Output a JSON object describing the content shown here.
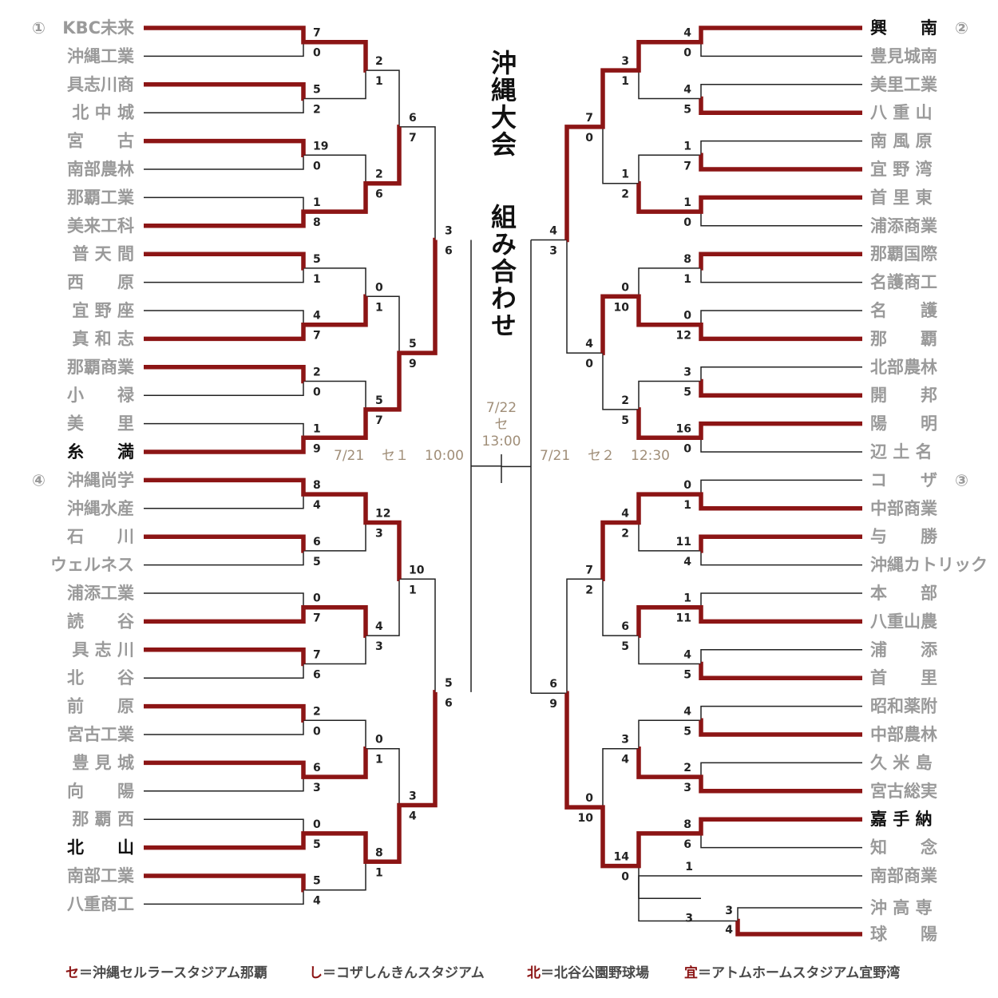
{
  "title_part1": "沖縄大会",
  "title_part2": "組み合わせ",
  "colors": {
    "win": "#8c1515",
    "line": "#222222",
    "team": "#9a9a9a",
    "highlight": "#111111",
    "meta": "#a08e78"
  },
  "left_teams": [
    {
      "name": "KBC未来",
      "seed": "①"
    },
    {
      "name": "沖縄工業"
    },
    {
      "name": "具志川商"
    },
    {
      "name": "北 中 城"
    },
    {
      "name": "宮　　古"
    },
    {
      "name": "南部農林"
    },
    {
      "name": "那覇工業"
    },
    {
      "name": "美来工科"
    },
    {
      "name": "普 天 間"
    },
    {
      "name": "西　　原"
    },
    {
      "name": "宜 野 座"
    },
    {
      "name": "真 和 志"
    },
    {
      "name": "那覇商業"
    },
    {
      "name": "小　　禄"
    },
    {
      "name": "美　　里"
    },
    {
      "name": "糸　　満",
      "hl": true
    },
    {
      "name": "沖縄尚学",
      "seed": "④"
    },
    {
      "name": "沖縄水産"
    },
    {
      "name": "石　　川"
    },
    {
      "name": "ウェルネス"
    },
    {
      "name": "浦添工業"
    },
    {
      "name": "読　　谷"
    },
    {
      "name": "具 志 川"
    },
    {
      "name": "北　　谷"
    },
    {
      "name": "前　　原"
    },
    {
      "name": "宮古工業"
    },
    {
      "name": "豊 見 城"
    },
    {
      "name": "向　　陽"
    },
    {
      "name": "那 覇 西"
    },
    {
      "name": "北　　山",
      "hl": true
    },
    {
      "name": "南部工業"
    },
    {
      "name": "八重商工"
    }
  ],
  "right_teams": [
    {
      "name": "興　　南",
      "seed": "②",
      "hl": true
    },
    {
      "name": "豊見城南"
    },
    {
      "name": "美里工業"
    },
    {
      "name": "八 重 山"
    },
    {
      "name": "南 風 原"
    },
    {
      "name": "宜 野 湾"
    },
    {
      "name": "首 里 東"
    },
    {
      "name": "浦添商業"
    },
    {
      "name": "那覇国際"
    },
    {
      "name": "名護商工"
    },
    {
      "name": "名　　護"
    },
    {
      "name": "那　　覇"
    },
    {
      "name": "北部農林"
    },
    {
      "name": "開　　邦"
    },
    {
      "name": "陽　　明"
    },
    {
      "name": "辺 土 名"
    },
    {
      "name": "コ　　ザ",
      "seed": "③"
    },
    {
      "name": "中部商業"
    },
    {
      "name": "与　　勝"
    },
    {
      "name": "沖縄カトリック"
    },
    {
      "name": "本　　部"
    },
    {
      "name": "八重山農"
    },
    {
      "name": "浦　　添"
    },
    {
      "name": "首　　里"
    },
    {
      "name": "昭和薬附"
    },
    {
      "name": "中部農林"
    },
    {
      "name": "久 米 島"
    },
    {
      "name": "宮古総実"
    },
    {
      "name": "嘉 手 納",
      "hl": true
    },
    {
      "name": "知　　念"
    },
    {
      "name": "南部商業"
    },
    {
      "name": "沖 高 専"
    },
    {
      "name": "球　　陽"
    }
  ],
  "left_rounds": [
    [
      [
        "7",
        "0"
      ],
      [
        "5",
        "2"
      ],
      [
        "19",
        "0"
      ],
      [
        "1",
        "8"
      ],
      [
        "5",
        "1"
      ],
      [
        "4",
        "7"
      ],
      [
        "2",
        "0"
      ],
      [
        "1",
        "9"
      ],
      [
        "8",
        "4"
      ],
      [
        "6",
        "5"
      ],
      [
        "0",
        "7"
      ],
      [
        "7",
        "6"
      ],
      [
        "2",
        "0"
      ],
      [
        "6",
        "3"
      ],
      [
        "0",
        "5"
      ],
      [
        "5",
        "4"
      ]
    ],
    [
      [
        "2",
        "1"
      ],
      [
        "2",
        "6"
      ],
      [
        "0",
        "1"
      ],
      [
        "5",
        "7"
      ],
      [
        "12",
        "3"
      ],
      [
        "4",
        "3"
      ],
      [
        "0",
        "1"
      ],
      [
        "8",
        "1"
      ]
    ],
    [
      [
        "6",
        "7"
      ],
      [
        "5",
        "9"
      ],
      [
        "10",
        "1"
      ],
      [
        "3",
        "4"
      ]
    ],
    [
      [
        "3",
        "6"
      ],
      [
        "5",
        "6"
      ]
    ]
  ],
  "left_winners": [
    [
      0,
      0,
      0,
      1,
      0,
      1,
      0,
      1,
      0,
      0,
      1,
      0,
      0,
      0,
      1,
      0
    ],
    [
      0,
      1,
      1,
      1,
      0,
      0,
      1,
      0
    ],
    [
      1,
      1,
      0,
      1
    ],
    [
      1,
      1
    ]
  ],
  "right_r0": [
    [
      "4",
      "0"
    ],
    [
      "4",
      "5"
    ],
    [
      "1",
      "7"
    ],
    [
      "1",
      "0"
    ],
    [
      "8",
      "1"
    ],
    [
      "0",
      "12"
    ],
    [
      "3",
      "5"
    ],
    [
      "16",
      "0"
    ],
    [
      "0",
      "1"
    ],
    [
      "11",
      "4"
    ],
    [
      "1",
      "11"
    ],
    [
      "4",
      "5"
    ],
    [
      "4",
      "5"
    ],
    [
      "2",
      "3"
    ],
    [
      "8",
      "6"
    ]
  ],
  "right_r0_winners": [
    0,
    1,
    1,
    0,
    0,
    1,
    1,
    0,
    1,
    0,
    1,
    1,
    1,
    1,
    0
  ],
  "right_playin": [
    "3",
    "4"
  ],
  "right_r1": [
    [
      "3",
      "1"
    ],
    [
      "1",
      "2"
    ],
    [
      "0",
      "10"
    ],
    [
      "2",
      "5"
    ],
    [
      "4",
      "2"
    ],
    [
      "6",
      "5"
    ],
    [
      "3",
      "4"
    ],
    [
      "14",
      "0"
    ]
  ],
  "right_r1_bottom": "3",
  "right_r1_winners": [
    0,
    1,
    1,
    1,
    0,
    0,
    1,
    0
  ],
  "right_r2": [
    [
      "7",
      "0"
    ],
    [
      "4",
      "0"
    ],
    [
      "7",
      "2"
    ],
    [
      "0",
      "10"
    ]
  ],
  "right_r2_winners": [
    0,
    0,
    0,
    1
  ],
  "right_r3": [
    [
      "4",
      "3"
    ],
    [
      "6",
      "9"
    ]
  ],
  "right_r3_winners": [
    0,
    1
  ],
  "schedule_left": [
    "7/21",
    "セ１",
    "10:00"
  ],
  "schedule_right": [
    "7/21",
    "セ２",
    "12:30"
  ],
  "final_info": [
    "7/22",
    "セ",
    "13:00"
  ],
  "legend": [
    {
      "key": "セ",
      "text": "＝沖縄セルラースタジアム那覇"
    },
    {
      "key": "し",
      "text": "＝コザしんきんスタジアム"
    },
    {
      "key": "北",
      "text": "＝北谷公園野球場"
    },
    {
      "key": "宜",
      "text": "＝アトムホームスタジアム宜野湾"
    }
  ]
}
